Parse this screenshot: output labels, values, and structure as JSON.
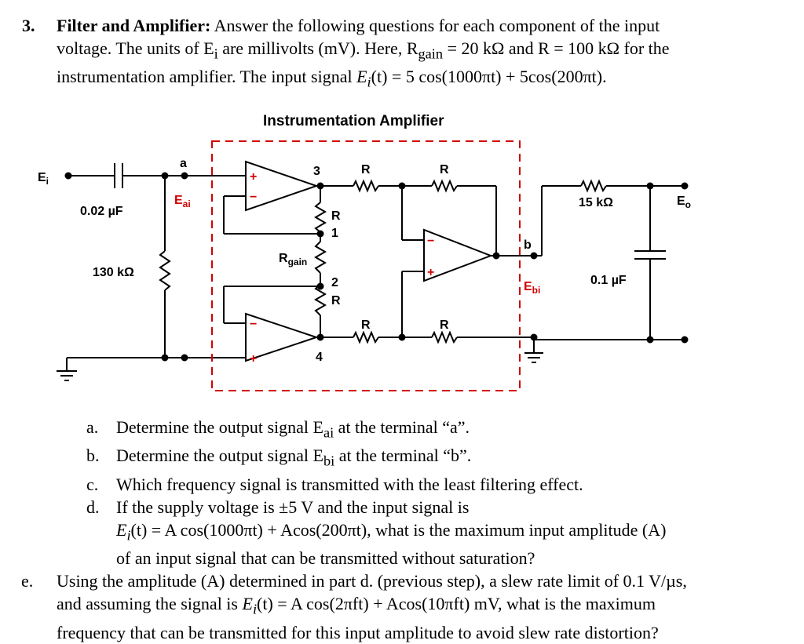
{
  "problem": {
    "number": "3.",
    "heading": "Filter and Amplifier:",
    "intro_1": "Answer the following questions for each component of the input",
    "intro_2": "voltage.  The units of E",
    "intro_2_sub": "i",
    "intro_3": " are millivolts (mV).  Here, R",
    "intro_3_sub": "gain",
    "intro_4": " = 20 kΩ and R = 100 kΩ for the",
    "intro_5": "instrumentation amplifier.  The input signal  ",
    "signal_eq": "E",
    "signal_eq_sub": "i",
    "signal_eq_rest": "(t) = 5 cos(1000πt) + 5cos(200πt)."
  },
  "circuit": {
    "title": "Instrumentation Amplifier",
    "input_label": "E",
    "input_label_sub": "i",
    "cap1_label": "0.02 µF",
    "res1_label": "130 kΩ",
    "node_a": "a",
    "eai_label": "E",
    "eai_sub": "ai",
    "node_3": "3",
    "node_1": "1",
    "node_2": "2",
    "node_4": "4",
    "r_label": "R",
    "rgain_label": "R",
    "rgain_sub": "gain",
    "node_b": "b",
    "ebi_label": "E",
    "ebi_sub": "bi",
    "res2_label": "15 kΩ",
    "cap2_label": "0.1 µF",
    "output_label": "E",
    "output_sub": "o",
    "plus": "+",
    "minus": "−",
    "colors": {
      "ink": "#000000",
      "accent": "#d00000"
    }
  },
  "questions": [
    {
      "label": "a.",
      "text": "Determine the output signal E",
      "sub": "ai",
      "rest": " at the terminal “a”."
    },
    {
      "label": "b.",
      "text": "Determine the output signal E",
      "sub": "bi",
      "rest": " at the terminal “b”."
    },
    {
      "label": "c.",
      "text": "Which frequency signal is transmitted with the least filtering effect."
    },
    {
      "label": "d.",
      "text": "If the supply voltage is ±5 V and the input signal is",
      "line2": "(t) = A cos(1000πt) + Acos(200πt), what is the maximum input amplitude (A)",
      "line3": "of an input signal that can be transmitted without saturation?"
    },
    {
      "label": "e.",
      "text": "Using the amplitude (A) determined in part d. (previous step), a slew rate limit of 0.1 V/µs,",
      "line2a": "and assuming the signal is ",
      "line2b": "(t) = A cos(2πft) + Acos(10πft) mV, what is the maximum",
      "line3": "frequency that can be transmitted for this input amplitude to avoid slew rate distortion?"
    }
  ]
}
